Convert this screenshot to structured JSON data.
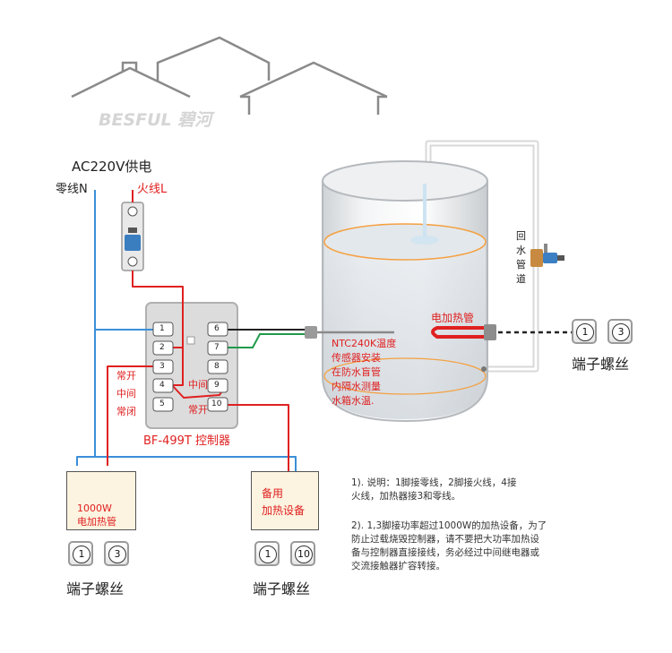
{
  "brand": {
    "logo": "BESFUL 碧河"
  },
  "power": {
    "title": "AC220V供电",
    "neutral_label": "零线N",
    "live_label": "火线L"
  },
  "controller": {
    "name": "BF-499T 控制器",
    "left_terminals": [
      "1",
      "2",
      "3",
      "4",
      "5"
    ],
    "right_terminals": [
      "6",
      "7",
      "8",
      "9",
      "10"
    ],
    "left_relay_labels": [
      "常开",
      "中间",
      "常闭"
    ],
    "right_relay_labels": [
      "中间",
      "常开"
    ]
  },
  "tank": {
    "sensor_note": [
      "NTC240K温度",
      "传感器安装",
      "在防水盲管",
      "内隔水测量",
      "水箱水温."
    ],
    "heater_label": "电加热管",
    "return_pipe_label": [
      "回",
      "水",
      "管",
      "道"
    ]
  },
  "tank_terminals": {
    "labels": [
      "1",
      "3"
    ],
    "caption": "端子螺丝"
  },
  "heater_box": {
    "lines": [
      "1000W",
      "电加热管"
    ],
    "terminals": [
      "1",
      "3"
    ],
    "caption": "端子螺丝"
  },
  "backup_box": {
    "lines": [
      "备用",
      "加热设备"
    ],
    "terminals": [
      "1",
      "10"
    ],
    "caption": "端子螺丝"
  },
  "notes": {
    "note1": [
      "1). 说明：1脚接零线，2脚接火线，4接",
      "火线，加热器接3和零线。"
    ],
    "note2": [
      "2). 1,3脚接功率超过1000W的加热设备，为了",
      "防止过载烧毁控制器，请不要把大功率加热设",
      "备与控制器直接接线，务必经过中间继电器或",
      "交流接触器扩容转接。"
    ]
  },
  "colors": {
    "neutral_wire": "#3a8fd8",
    "live_wire": "#e02020",
    "sensor_wire_green": "#1f9a4a",
    "pipe": "#dcdcdc",
    "water": "#f5a040"
  }
}
